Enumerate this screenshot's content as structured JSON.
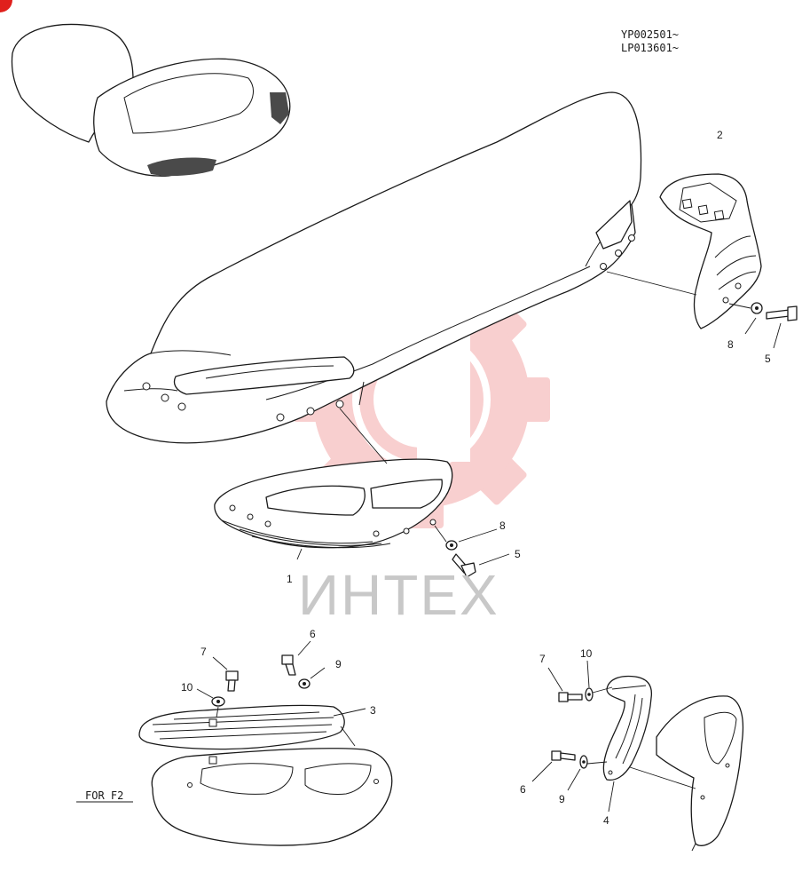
{
  "serial_numbers": [
    "YP002501~",
    "LP013601~"
  ],
  "watermark": {
    "text": "ИНТЕХ",
    "gear_color": "#f4b4b4",
    "text_color": "#c8c8c8"
  },
  "note": "FOR F2",
  "callouts": {
    "c1": "1",
    "c2": "2",
    "c3": "3",
    "c4": "4",
    "c5a": "5",
    "c5b": "5",
    "c6a": "6",
    "c6b": "6",
    "c7a": "7",
    "c7b": "7",
    "c8a": "8",
    "c8b": "8",
    "c9a": "9",
    "c9b": "9",
    "c10a": "10",
    "c10b": "10"
  },
  "colors": {
    "line": "#1a1a1a",
    "corner_badge": "#e0201c"
  }
}
